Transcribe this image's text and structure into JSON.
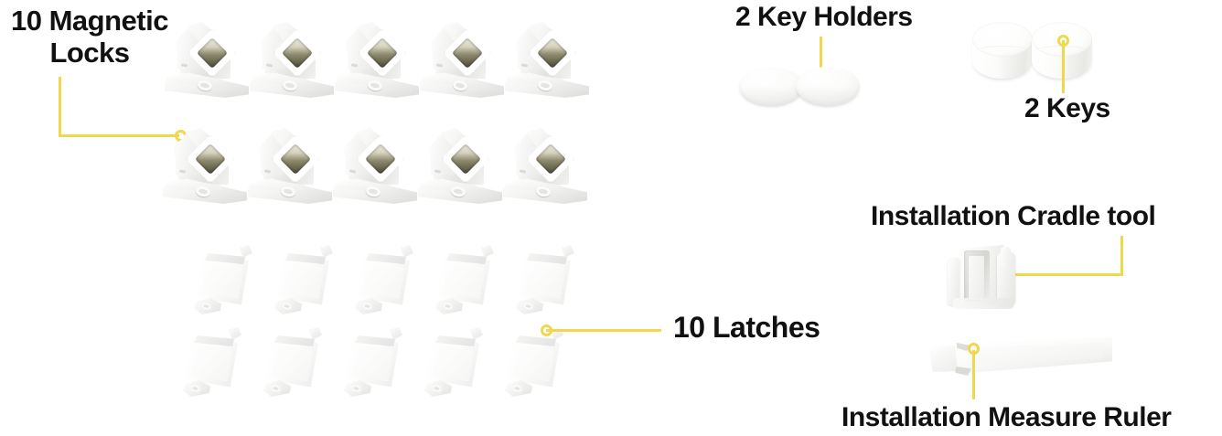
{
  "page": {
    "background_color": "#ffffff",
    "accent_color": "#efd84e",
    "text_color": "#111111"
  },
  "labels": {
    "magnetic_locks_line1": "10 Magnetic",
    "magnetic_locks_line2": "Locks",
    "key_holders": "2 Key Holders",
    "keys": "2 Keys",
    "latches": "10 Latches",
    "cradle_tool": "Installation Cradle tool",
    "measure_ruler": "Installation Measure Ruler"
  },
  "groups": {
    "magnetic_locks": {
      "name": "magnetic-locks",
      "count": 10,
      "rows": 2,
      "columns": 5,
      "item_label": "magnetic-lock"
    },
    "latches": {
      "name": "latches",
      "count": 10,
      "rows": 2,
      "columns": 5,
      "item_label": "latch"
    },
    "key_holders": {
      "name": "key-holders",
      "count": 2,
      "item_label": "key-holder"
    },
    "keys": {
      "name": "keys",
      "count": 2,
      "item_label": "key"
    },
    "cradle_tool": {
      "name": "installation-cradle-tool",
      "count": 1
    },
    "measure_ruler": {
      "name": "installation-measure-ruler",
      "count": 1
    }
  }
}
